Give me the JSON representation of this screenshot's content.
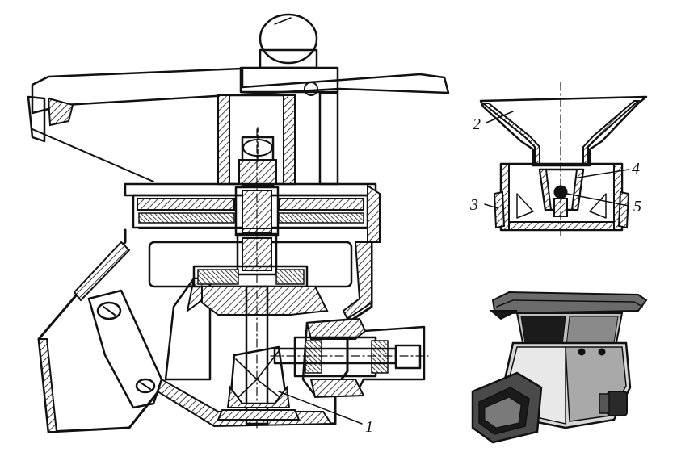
{
  "figure": {
    "callouts": [
      {
        "id": "1",
        "text": "1"
      },
      {
        "id": "2",
        "text": "2"
      },
      {
        "id": "3",
        "text": "3"
      },
      {
        "id": "4",
        "text": "4"
      },
      {
        "id": "5",
        "text": "5"
      }
    ],
    "views": [
      {
        "name": "main-assembly-section"
      },
      {
        "name": "hopper-and-nozzle-detail"
      },
      {
        "name": "housing-perspective-view"
      }
    ]
  }
}
